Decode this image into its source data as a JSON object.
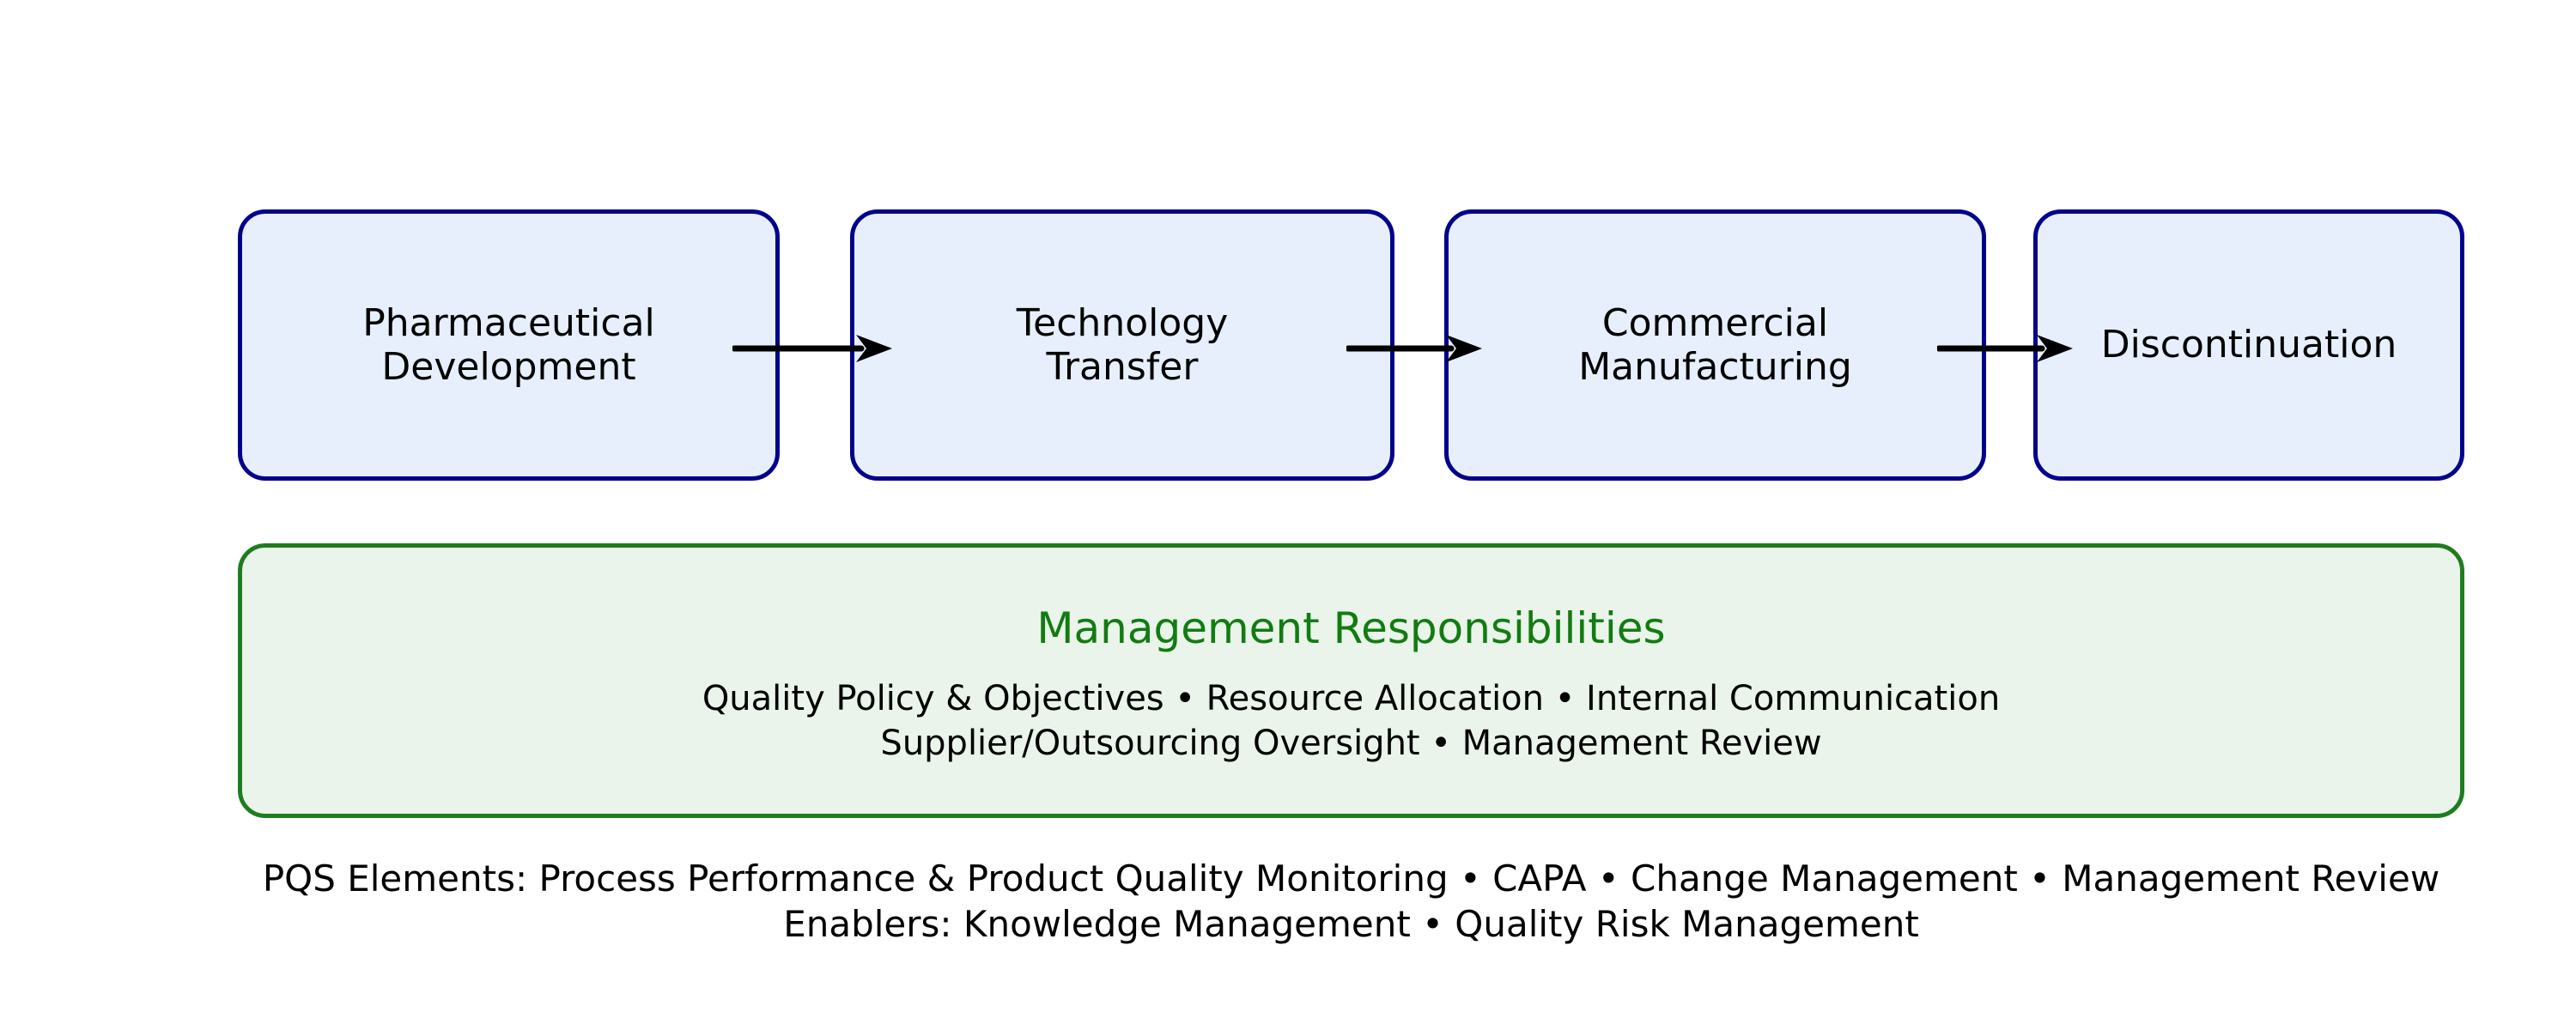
{
  "diagram": {
    "stages": [
      {
        "label": "Pharmaceutical\nDevelopment"
      },
      {
        "label": "Technology\nTransfer"
      },
      {
        "label": "Commercial\nManufacturing"
      },
      {
        "label": "Discontinuation"
      }
    ],
    "management": {
      "title": "Management Responsibilities",
      "line1": "Quality Policy & Objectives • Resource Allocation • Internal Communication",
      "line2": "Supplier/Outsourcing Oversight • Management Review"
    },
    "footer": {
      "line1": "PQS Elements: Process Performance & Product Quality Monitoring • CAPA • Change Management • Management Review",
      "line2": "Enablers: Knowledge Management • Quality Risk Management"
    },
    "colors": {
      "background": "#ffffff",
      "stage_fill": "#e7effc",
      "stage_border": "#00008b",
      "stage_text": "#000000",
      "management_fill": "#eaf4ea",
      "management_border": "#1e7d1e",
      "management_title": "#117c11",
      "body_text": "#000000",
      "arrow": "#000000"
    }
  }
}
